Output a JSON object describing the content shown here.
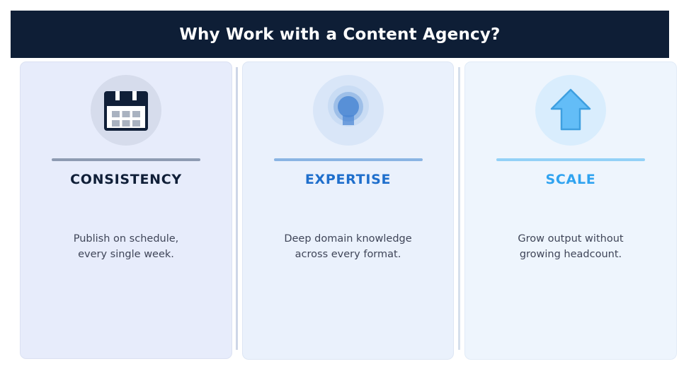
{
  "header": {
    "title": "Why Work with a Content Agency?",
    "background_color": "#0e1e36",
    "text_color": "#ffffff"
  },
  "page": {
    "background_color": "#ffffff"
  },
  "cards": [
    {
      "icon_name": "calendar-icon",
      "title": "CONSISTENCY",
      "description": "Publish on schedule,\nevery single week.",
      "title_color": "#101f38",
      "accent_color": "#8e9bb2",
      "card_background": "#e7ecfb",
      "icon_circle_color": "#d6dcec"
    },
    {
      "icon_name": "lightbulb-icon",
      "title": "EXPERTISE",
      "description": "Deep domain knowledge\nacross every format.",
      "title_color": "#1f6fcc",
      "accent_color": "#8ab4e3",
      "card_background": "#eaf1fc",
      "icon_circle_color": "#d9e6f8"
    },
    {
      "icon_name": "up-arrow-icon",
      "title": "SCALE",
      "description": "Grow output without\ngrowing headcount.",
      "title_color": "#2fa3f0",
      "accent_color": "#93d1f7",
      "card_background": "#eef5fd",
      "icon_circle_color": "#d9edfd"
    }
  ]
}
